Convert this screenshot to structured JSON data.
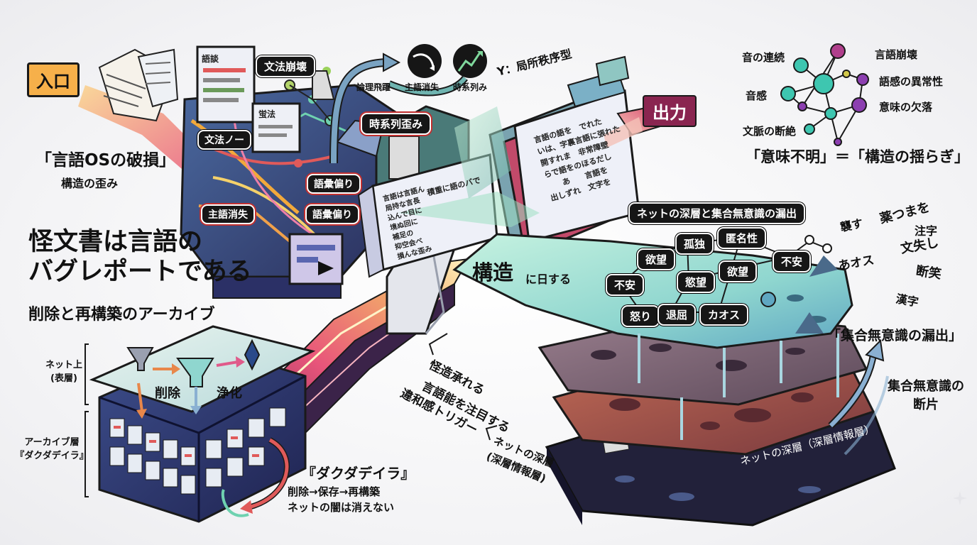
{
  "title": {
    "line1": "怪文書は言語の",
    "line2": "バグレポートである",
    "subtitle": "削除と再構築のアーカイブ"
  },
  "entry_label": "入口",
  "output_label": "出力",
  "os_break": {
    "main": "「言語OSの破損」",
    "sub": "構造の歪み"
  },
  "bug_tags": {
    "grammar_collapse": "文法崩壊",
    "grammar_no": "文法ノー",
    "timeline_distortion": "時系列歪み",
    "vocab_bias_1": "語彙偏り",
    "vocab_bias_2": "語彙偏り",
    "subject_loss": "主語消失"
  },
  "top_icons": {
    "logic_label": "論理飛躍",
    "subject_label": "主語消失",
    "timeline_label": "時系列み"
  },
  "doc_snippets": {
    "doc_a": "語談",
    "doc_b": "蛍法",
    "doc_c": "言語は言語ん\n局持な言長\n込んで目に\n境ぬ回に\n補足の\n抑空会べ\n損んな歪み",
    "doc_d": "積重に語のバで",
    "doc_e": "言語の語を　でれた\nいは、字裏言語に張れた\n開すれま　非常障壁\nらで語をのほるだし\n　　あ　　言語を\n出しずれ　文字を"
  },
  "y_local": "Y：局所秩序型",
  "struct_caption": {
    "main": "構造",
    "suffix": "に日する"
  },
  "network": {
    "nodes": {
      "sound_continuity": "音の連続",
      "language_collapse": "言語崩壊",
      "sound_feel": "音感",
      "sense_abnormal": "語感の異常性",
      "meaning_missing": "意味の欠落",
      "context_break": "文脈の断絶"
    },
    "caption": "「意味不明」＝「構造の揺らぎ」"
  },
  "leak": {
    "header": "ネットの深層と集合無意識の漏出",
    "emotions": {
      "isolation": "孤独",
      "anonymity": "匿名性",
      "desire_1": "欲望",
      "desire_2": "欲望",
      "desire_3": "慾望",
      "anxiety_1": "不安",
      "anxiety_2": "不安",
      "anger": "怒り",
      "boredom": "退屈",
      "chaos": "カオス"
    },
    "scattered": {
      "s1": "襲す",
      "s2": "薬つまを",
      "s3": "注字",
      "s4": "文失し",
      "s5": "あオス",
      "s6": "断笑",
      "s7": "漢字"
    },
    "quote": "「集合無意識の漏出」",
    "fragment": "集合無意識の断片"
  },
  "diagonal": {
    "line1": "怪造承れる",
    "line2": "言語能を注目する",
    "line3": "違和感トリガー"
  },
  "deep_layer": {
    "line1": "ネットの深層",
    "line2": "(深層情報層)",
    "base": "ネットの深層（深層情報層）"
  },
  "archive": {
    "net_surface": "ネット上\n(表層)",
    "layer": "アーカイブ層\n『ダクダデイラ』",
    "delete": "削除",
    "purify": "浄化",
    "name": "『ダクダデイラ』",
    "line1": "削除→保存→再構築",
    "line2": "ネットの闇は消えない"
  },
  "colors": {
    "entry": "#f6b04a",
    "output": "#8a2550",
    "node_teal": "#3ec6b0",
    "node_purple": "#8c3fb0",
    "stream_pink": "#e8557a",
    "teal_plate": "#9ee2d2",
    "deep_base": "#22213a"
  }
}
